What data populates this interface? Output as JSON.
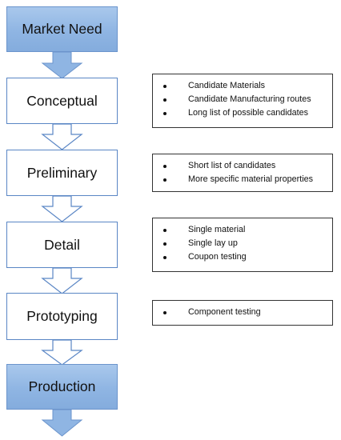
{
  "stages": [
    {
      "id": "market-need",
      "label": "Market Need",
      "style": "filled"
    },
    {
      "id": "conceptual",
      "label": "Conceptual",
      "style": "outline"
    },
    {
      "id": "preliminary",
      "label": "Preliminary",
      "style": "outline"
    },
    {
      "id": "detail",
      "label": "Detail",
      "style": "outline"
    },
    {
      "id": "prototyping",
      "label": "Prototyping",
      "style": "outline"
    },
    {
      "id": "production",
      "label": "Production",
      "style": "filled"
    }
  ],
  "notes": [
    {
      "stage": "conceptual",
      "items": [
        "Candidate Materials",
        "Candidate Manufacturing routes",
        "Long list of possible candidates"
      ]
    },
    {
      "stage": "preliminary",
      "items": [
        "Short list of candidates",
        "More specific material properties"
      ]
    },
    {
      "stage": "detail",
      "items": [
        "Single material",
        "Single lay up",
        "Coupon testing"
      ]
    },
    {
      "stage": "prototyping",
      "items": [
        "Component testing"
      ]
    }
  ],
  "colors": {
    "fill": "#8fb5e3",
    "stroke": "#5a86c5",
    "arrow_fill": "#8fb5e3"
  }
}
